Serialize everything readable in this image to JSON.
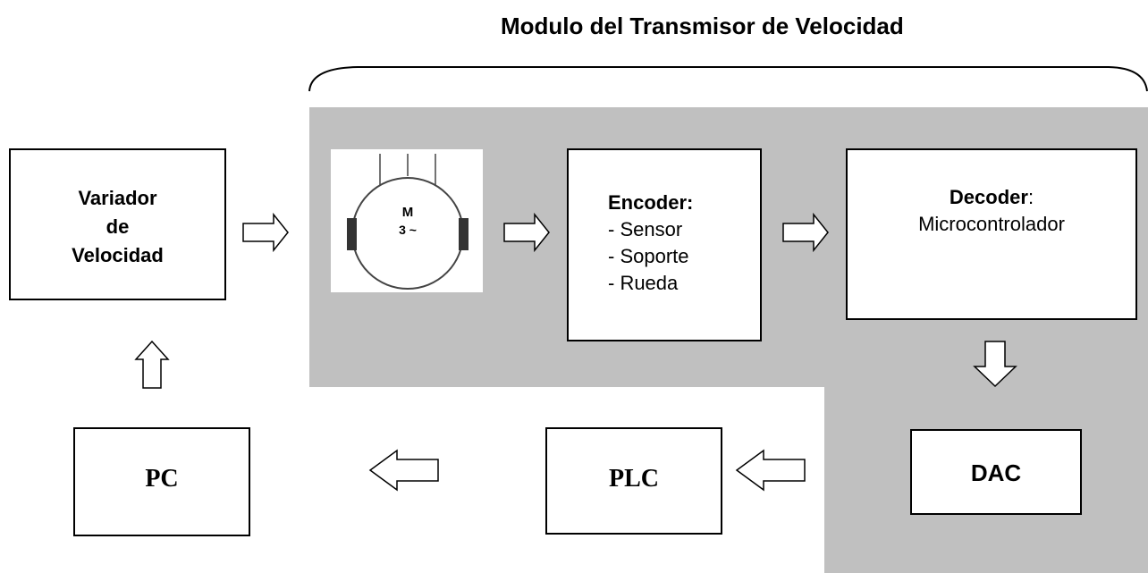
{
  "title": "Modulo del Transmisor de Velocidad",
  "nodes": {
    "variador": {
      "lines": [
        "Variador",
        "de",
        "Velocidad"
      ]
    },
    "motor": {
      "letter": "M",
      "phase": "3 ~"
    },
    "encoder": {
      "heading": "Encoder:",
      "items": [
        "- Sensor",
        "- Soporte",
        "- Rueda"
      ]
    },
    "decoder": {
      "heading": "Decoder",
      "colon": ":",
      "subtitle": "Microcontrolador"
    },
    "dac": {
      "label": "DAC"
    },
    "plc": {
      "label": "PLC"
    },
    "pc": {
      "label": "PC"
    }
  },
  "colors": {
    "module_background": "#c0c0c0",
    "stroke": "#000000",
    "box_fill": "#ffffff"
  }
}
